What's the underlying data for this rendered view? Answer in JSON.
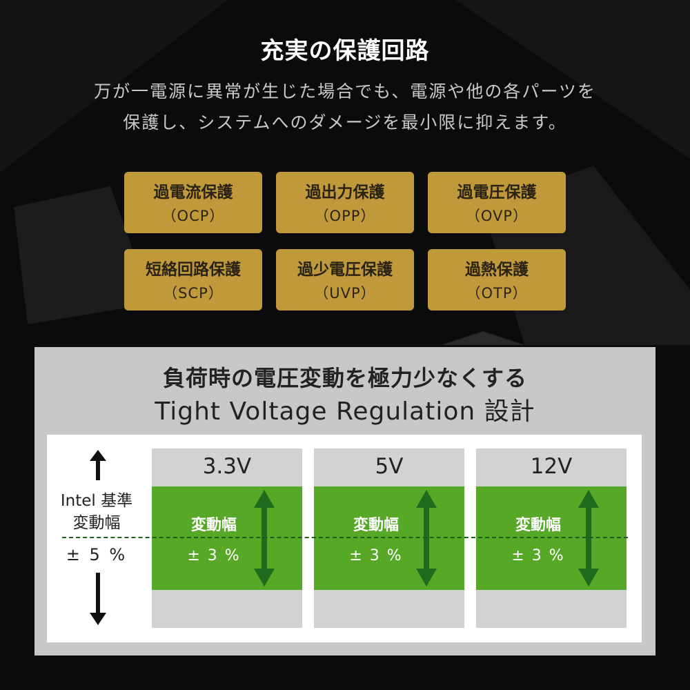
{
  "header": {
    "title": "充実の保護回路",
    "description_lines": [
      "万が一電源に異常が生じた場合でも、電源や他の各パーツを",
      "保護し、システムへのダメージを最小限に抑えます。"
    ]
  },
  "protections": [
    {
      "name": "過電流保護",
      "code": "（OCP）"
    },
    {
      "name": "過出力保護",
      "code": "（OPP）"
    },
    {
      "name": "過電圧保護",
      "code": "（OVP）"
    },
    {
      "name": "短絡回路保護",
      "code": "（SCP）"
    },
    {
      "name": "過少電圧保護",
      "code": "（UVP）"
    },
    {
      "name": "過熱保護",
      "code": "（OTP）"
    }
  ],
  "regulation": {
    "title": "負荷時の電圧変動を極力少なくする",
    "subtitle": "Tight Voltage Regulation 設計",
    "reference": {
      "label_line1": "Intel 基準",
      "label_line2": "変動幅",
      "value": "± 5 %"
    },
    "rails": [
      {
        "voltage": "3.3V",
        "label": "変動幅",
        "value": "± 3 %"
      },
      {
        "voltage": "5V",
        "label": "変動幅",
        "value": "± 3 %"
      },
      {
        "voltage": "12V",
        "label": "変動幅",
        "value": "± 3 %"
      }
    ]
  },
  "colors": {
    "background": "#0b0b0b",
    "gold": "#c09a3a",
    "panel": "#c8c8c8",
    "band_green": "#58a828",
    "arrow_green": "#1e6b1e",
    "column_gray": "#d2d2d2"
  }
}
